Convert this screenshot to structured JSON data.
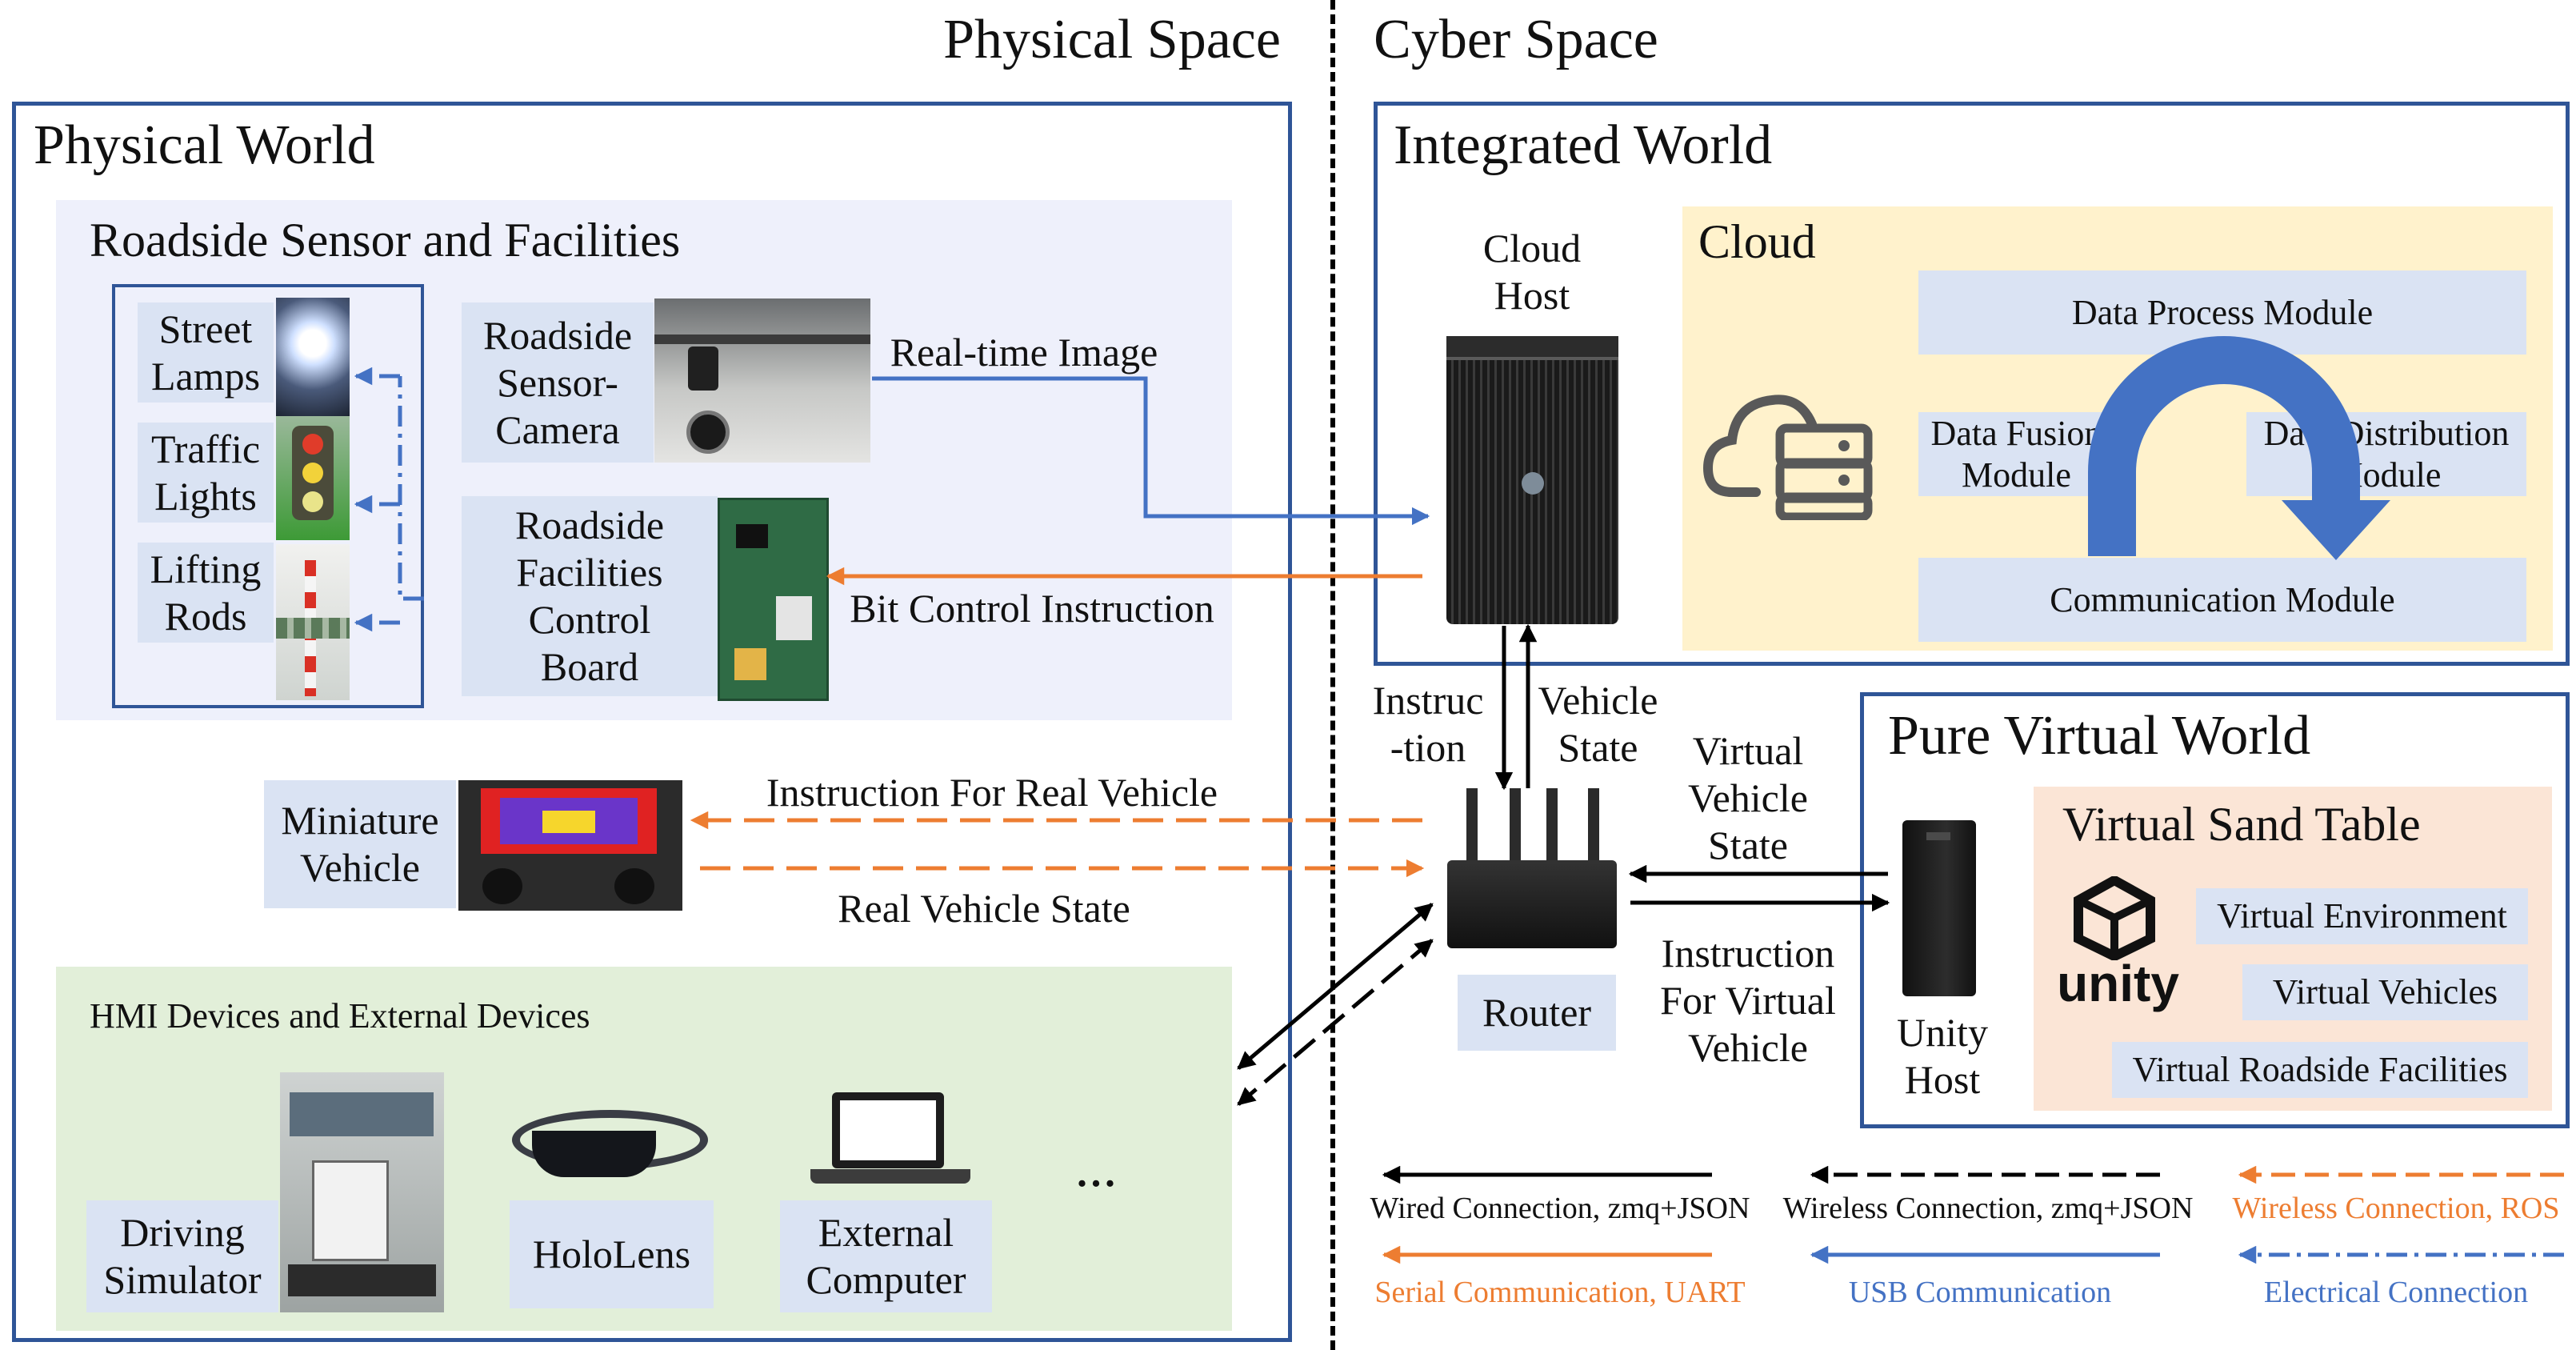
{
  "header": {
    "physical_space": "Physical Space",
    "cyber_space": "Cyber Space"
  },
  "physical_world": {
    "title": "Physical World",
    "roadside": {
      "title": "Roadside Sensor and Facilities",
      "street_lamps": "Street\nLamps",
      "traffic_lights": "Traffic\nLights",
      "lifting_rods": "Lifting\nRods",
      "sensor_camera": "Roadside\nSensor-\nCamera",
      "control_board": "Roadside\nFacilities\nControl\nBoard"
    },
    "miniature_vehicle": "Miniature\nVehicle",
    "hmi": {
      "title": "HMI Devices and External Devices",
      "driving_simulator": "Driving\nSimulator",
      "hololens": "HoloLens",
      "external_computer": "External\nComputer",
      "ellipsis": "..."
    }
  },
  "connections": {
    "realtime_image": "Real-time Image",
    "bit_control": "Bit Control Instruction",
    "instruction_real_vehicle": "Instruction For Real Vehicle",
    "real_vehicle_state": "Real Vehicle State",
    "instruction": "Instruc\n-tion",
    "vehicle_state": "Vehicle\nState",
    "virtual_vehicle_state": "Virtual\nVehicle\nState",
    "instruction_virtual": "Instruction\nFor Virtual\nVehicle"
  },
  "integrated_world": {
    "title": "Integrated World",
    "cloud_host": "Cloud\nHost",
    "cloud": {
      "title": "Cloud",
      "data_process": "Data Process Module",
      "data_fusion": "Data Fusion\nModule",
      "data_distribution": "Data Distribution\nModule",
      "communication": "Communication Module"
    },
    "router": "Router"
  },
  "pure_virtual_world": {
    "title": "Pure Virtual World",
    "unity_host": "Unity\nHost",
    "sand_table": {
      "title": "Virtual Sand Table",
      "logo_text": "unity",
      "virtual_environment": "Virtual Environment",
      "virtual_vehicles": "Virtual Vehicles",
      "virtual_roadside": "Virtual Roadside Facilities"
    }
  },
  "legend": {
    "wired": "Wired Connection, zmq+JSON",
    "wireless": "Wireless Connection, zmq+JSON",
    "wireless_ros": "Wireless Connection, ROS",
    "serial": "Serial Communication, UART",
    "usb": "USB Communication",
    "electrical": "Electrical Connection"
  },
  "colors": {
    "frame": "#2f5597",
    "black_line": "#000000",
    "orange": "#ed7d31",
    "blue": "#4472c4",
    "light_blue": "#dae3f3",
    "cream": "#fff2cc",
    "peach": "#fbe5d6",
    "green": "#e2efd9"
  }
}
